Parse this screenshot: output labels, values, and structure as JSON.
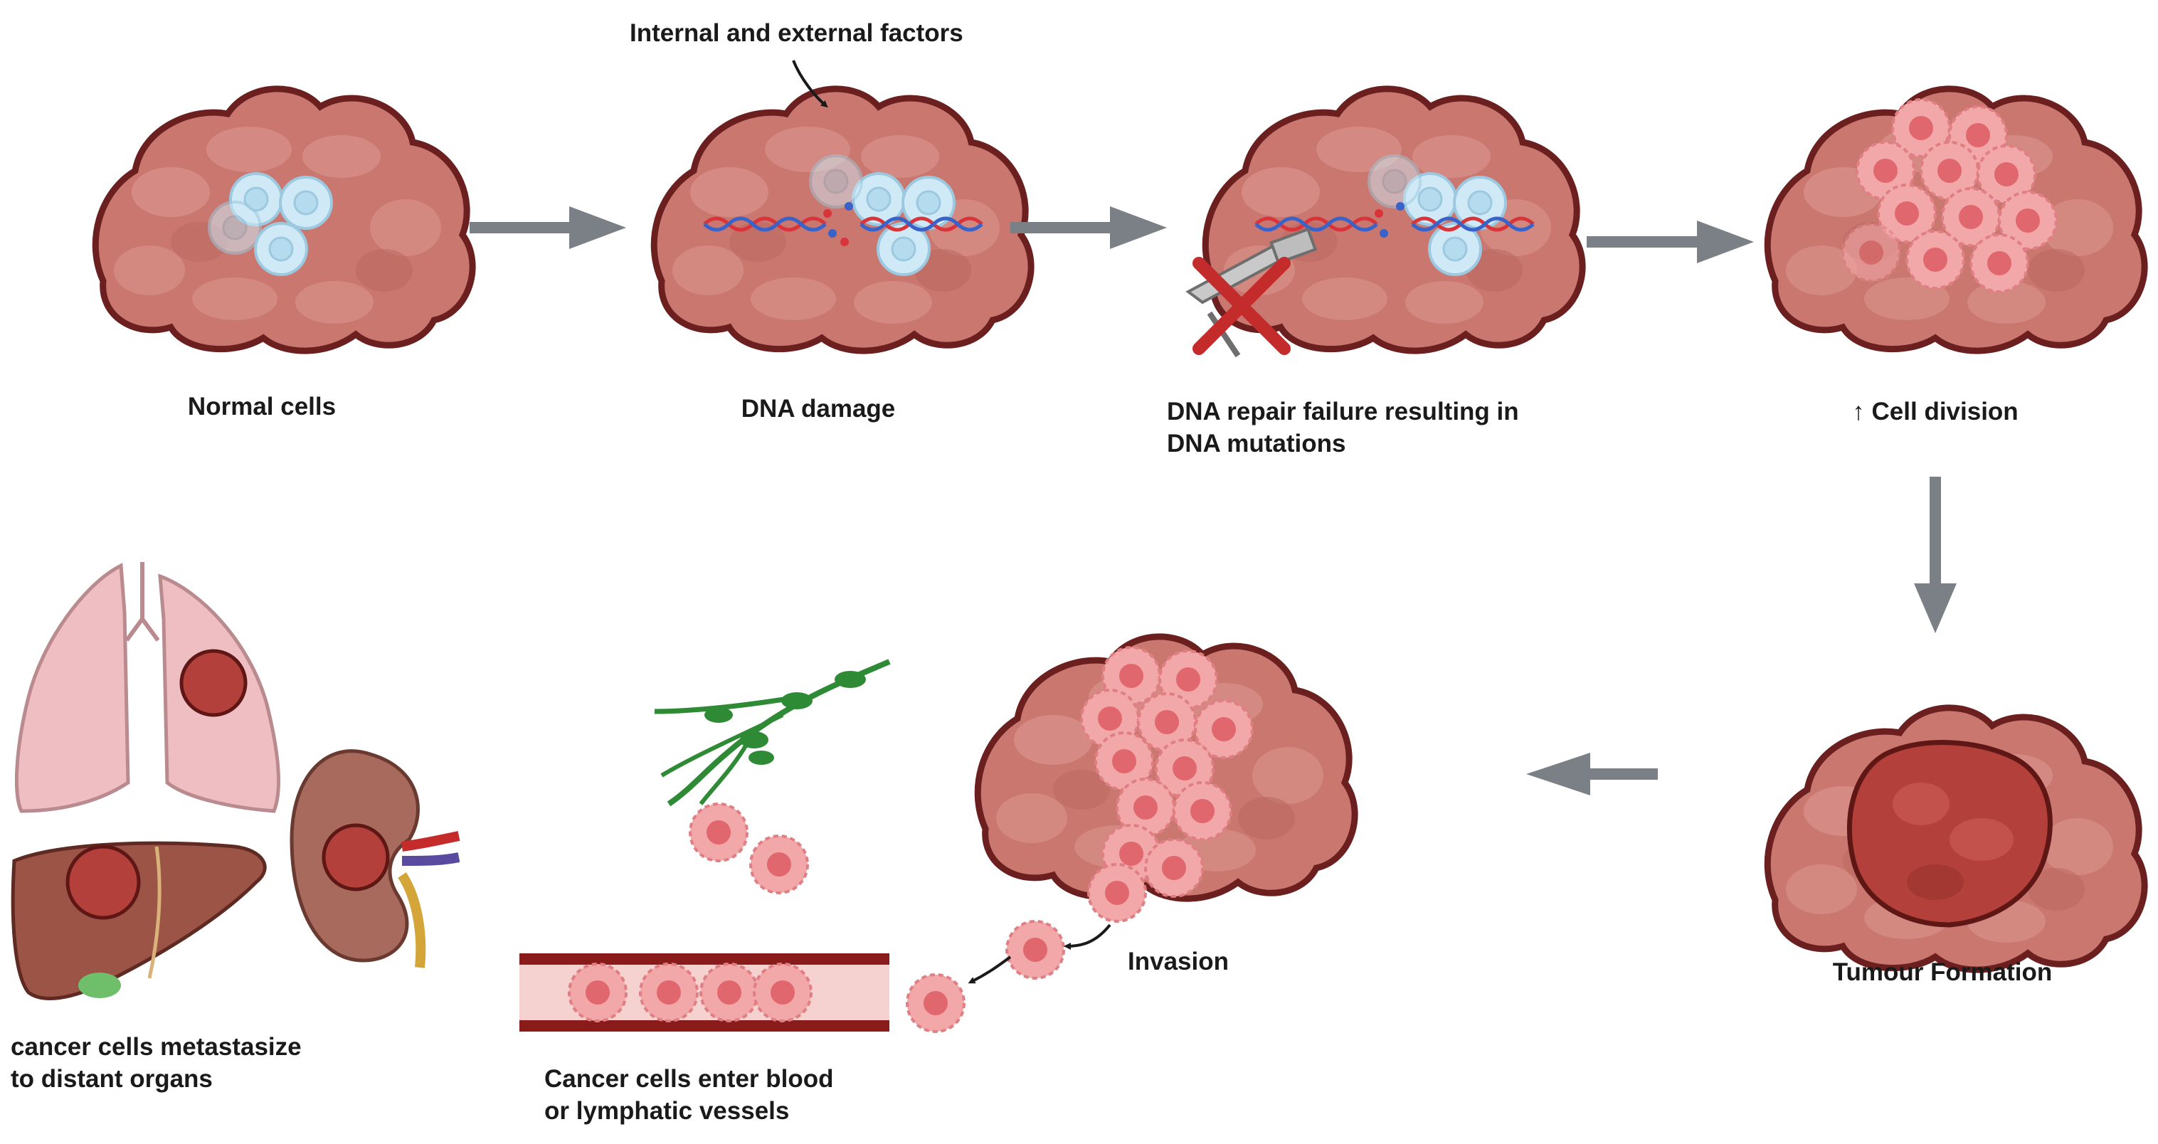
{
  "labels": {
    "factors": "Internal and external factors",
    "normal": "Normal cells",
    "damage": "DNA damage",
    "repair_line1": "DNA repair failure resulting in",
    "repair_line2": "DNA mutations",
    "division": "↑ Cell division",
    "tumour": "Tumour Formation",
    "invasion": "Invasion",
    "vessels_line1": "Cancer cells enter blood",
    "vessels_line2": "or lymphatic vessels",
    "metastasis_line1": "cancer cells metastasize",
    "metastasis_line2": "to distant organs"
  },
  "colors": {
    "tissue": "#c9776f",
    "tissue_outline": "#6b1f1f",
    "tissue_light": "#dd9a92",
    "normal_cell": "#cfeaf6",
    "cancer_cell": "#f2a7a9",
    "tumour": "#b3403a",
    "arrow": "#7a8085",
    "dna_red": "#d8343a",
    "dna_blue": "#3a63c9",
    "lung": "#eebec2",
    "liver": "#9c5446",
    "kidney": "#a76a5d",
    "lymph": "#2f8a35",
    "vessel": "#8a1b1b"
  },
  "icons": {
    "no_repair": "red-x-icon",
    "repair_tool": "stapler-icon"
  }
}
